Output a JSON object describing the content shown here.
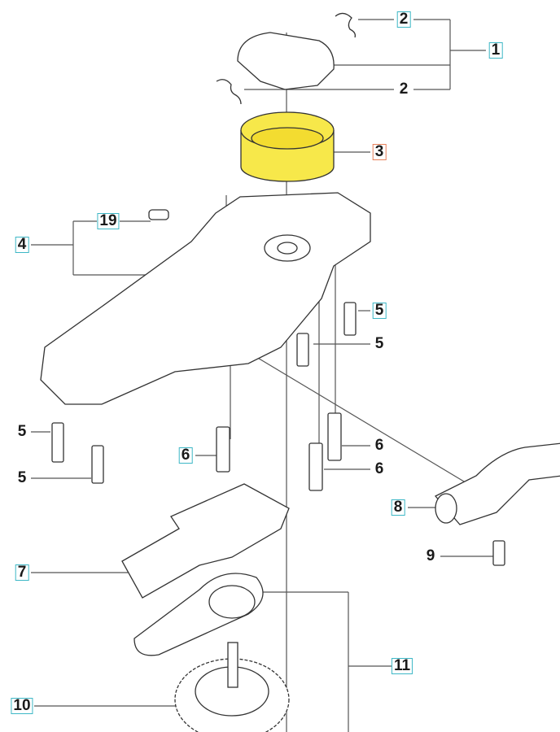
{
  "title": "Exploded parts diagram",
  "colors": {
    "highlight_part": "#f7e84a",
    "label_box": "#3db7c6",
    "selected_label_box": "#e8805a",
    "line": "#555555"
  },
  "callouts": [
    {
      "id": "c2a",
      "text": "2",
      "boxed": true
    },
    {
      "id": "c1",
      "text": "1",
      "boxed": true
    },
    {
      "id": "c2b",
      "text": "2",
      "boxed": false
    },
    {
      "id": "c3",
      "text": "3",
      "boxed": true,
      "selected": true
    },
    {
      "id": "c19",
      "text": "19",
      "boxed": true
    },
    {
      "id": "c4",
      "text": "4",
      "boxed": true
    },
    {
      "id": "c5a",
      "text": "5",
      "boxed": true
    },
    {
      "id": "c5b",
      "text": "5",
      "boxed": false
    },
    {
      "id": "c5c",
      "text": "5",
      "boxed": false
    },
    {
      "id": "c5d",
      "text": "5",
      "boxed": false
    },
    {
      "id": "c6a",
      "text": "6",
      "boxed": true
    },
    {
      "id": "c6b",
      "text": "6",
      "boxed": false
    },
    {
      "id": "c6c",
      "text": "6",
      "boxed": false
    },
    {
      "id": "c8",
      "text": "8",
      "boxed": true
    },
    {
      "id": "c9",
      "text": "9",
      "boxed": false
    },
    {
      "id": "c7",
      "text": "7",
      "boxed": true
    },
    {
      "id": "c11",
      "text": "11",
      "boxed": true
    },
    {
      "id": "c10",
      "text": "10",
      "boxed": true
    }
  ]
}
